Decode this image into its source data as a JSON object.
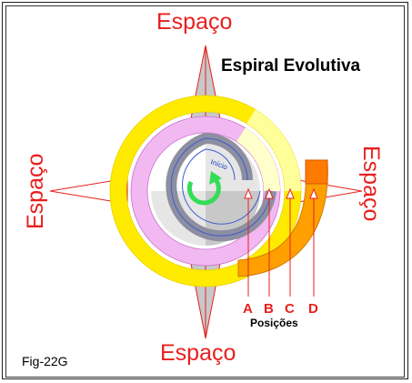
{
  "labels": {
    "top": "Espaço",
    "bottom": "Espaço",
    "left": "Espaço",
    "right": "Espaço"
  },
  "title": "Espiral Evolutiva",
  "positions": [
    "A",
    "B",
    "C",
    "D"
  ],
  "positions_caption": "Posições",
  "figure_label": "Fig-22G",
  "center_text": "Início",
  "colors": {
    "label_red": "#e8201e",
    "compass_gray": "#c8c8c8",
    "ring_yellow": "#ffeb00",
    "ring_pink": "#f2b8f2",
    "ring_light_yellow": "#ffff99",
    "spiral_gray": "#8d8fa0",
    "spiral_blue": "#3d5bd0",
    "arrow_green": "#33dd55",
    "orange_tail": "#ff9f00"
  }
}
